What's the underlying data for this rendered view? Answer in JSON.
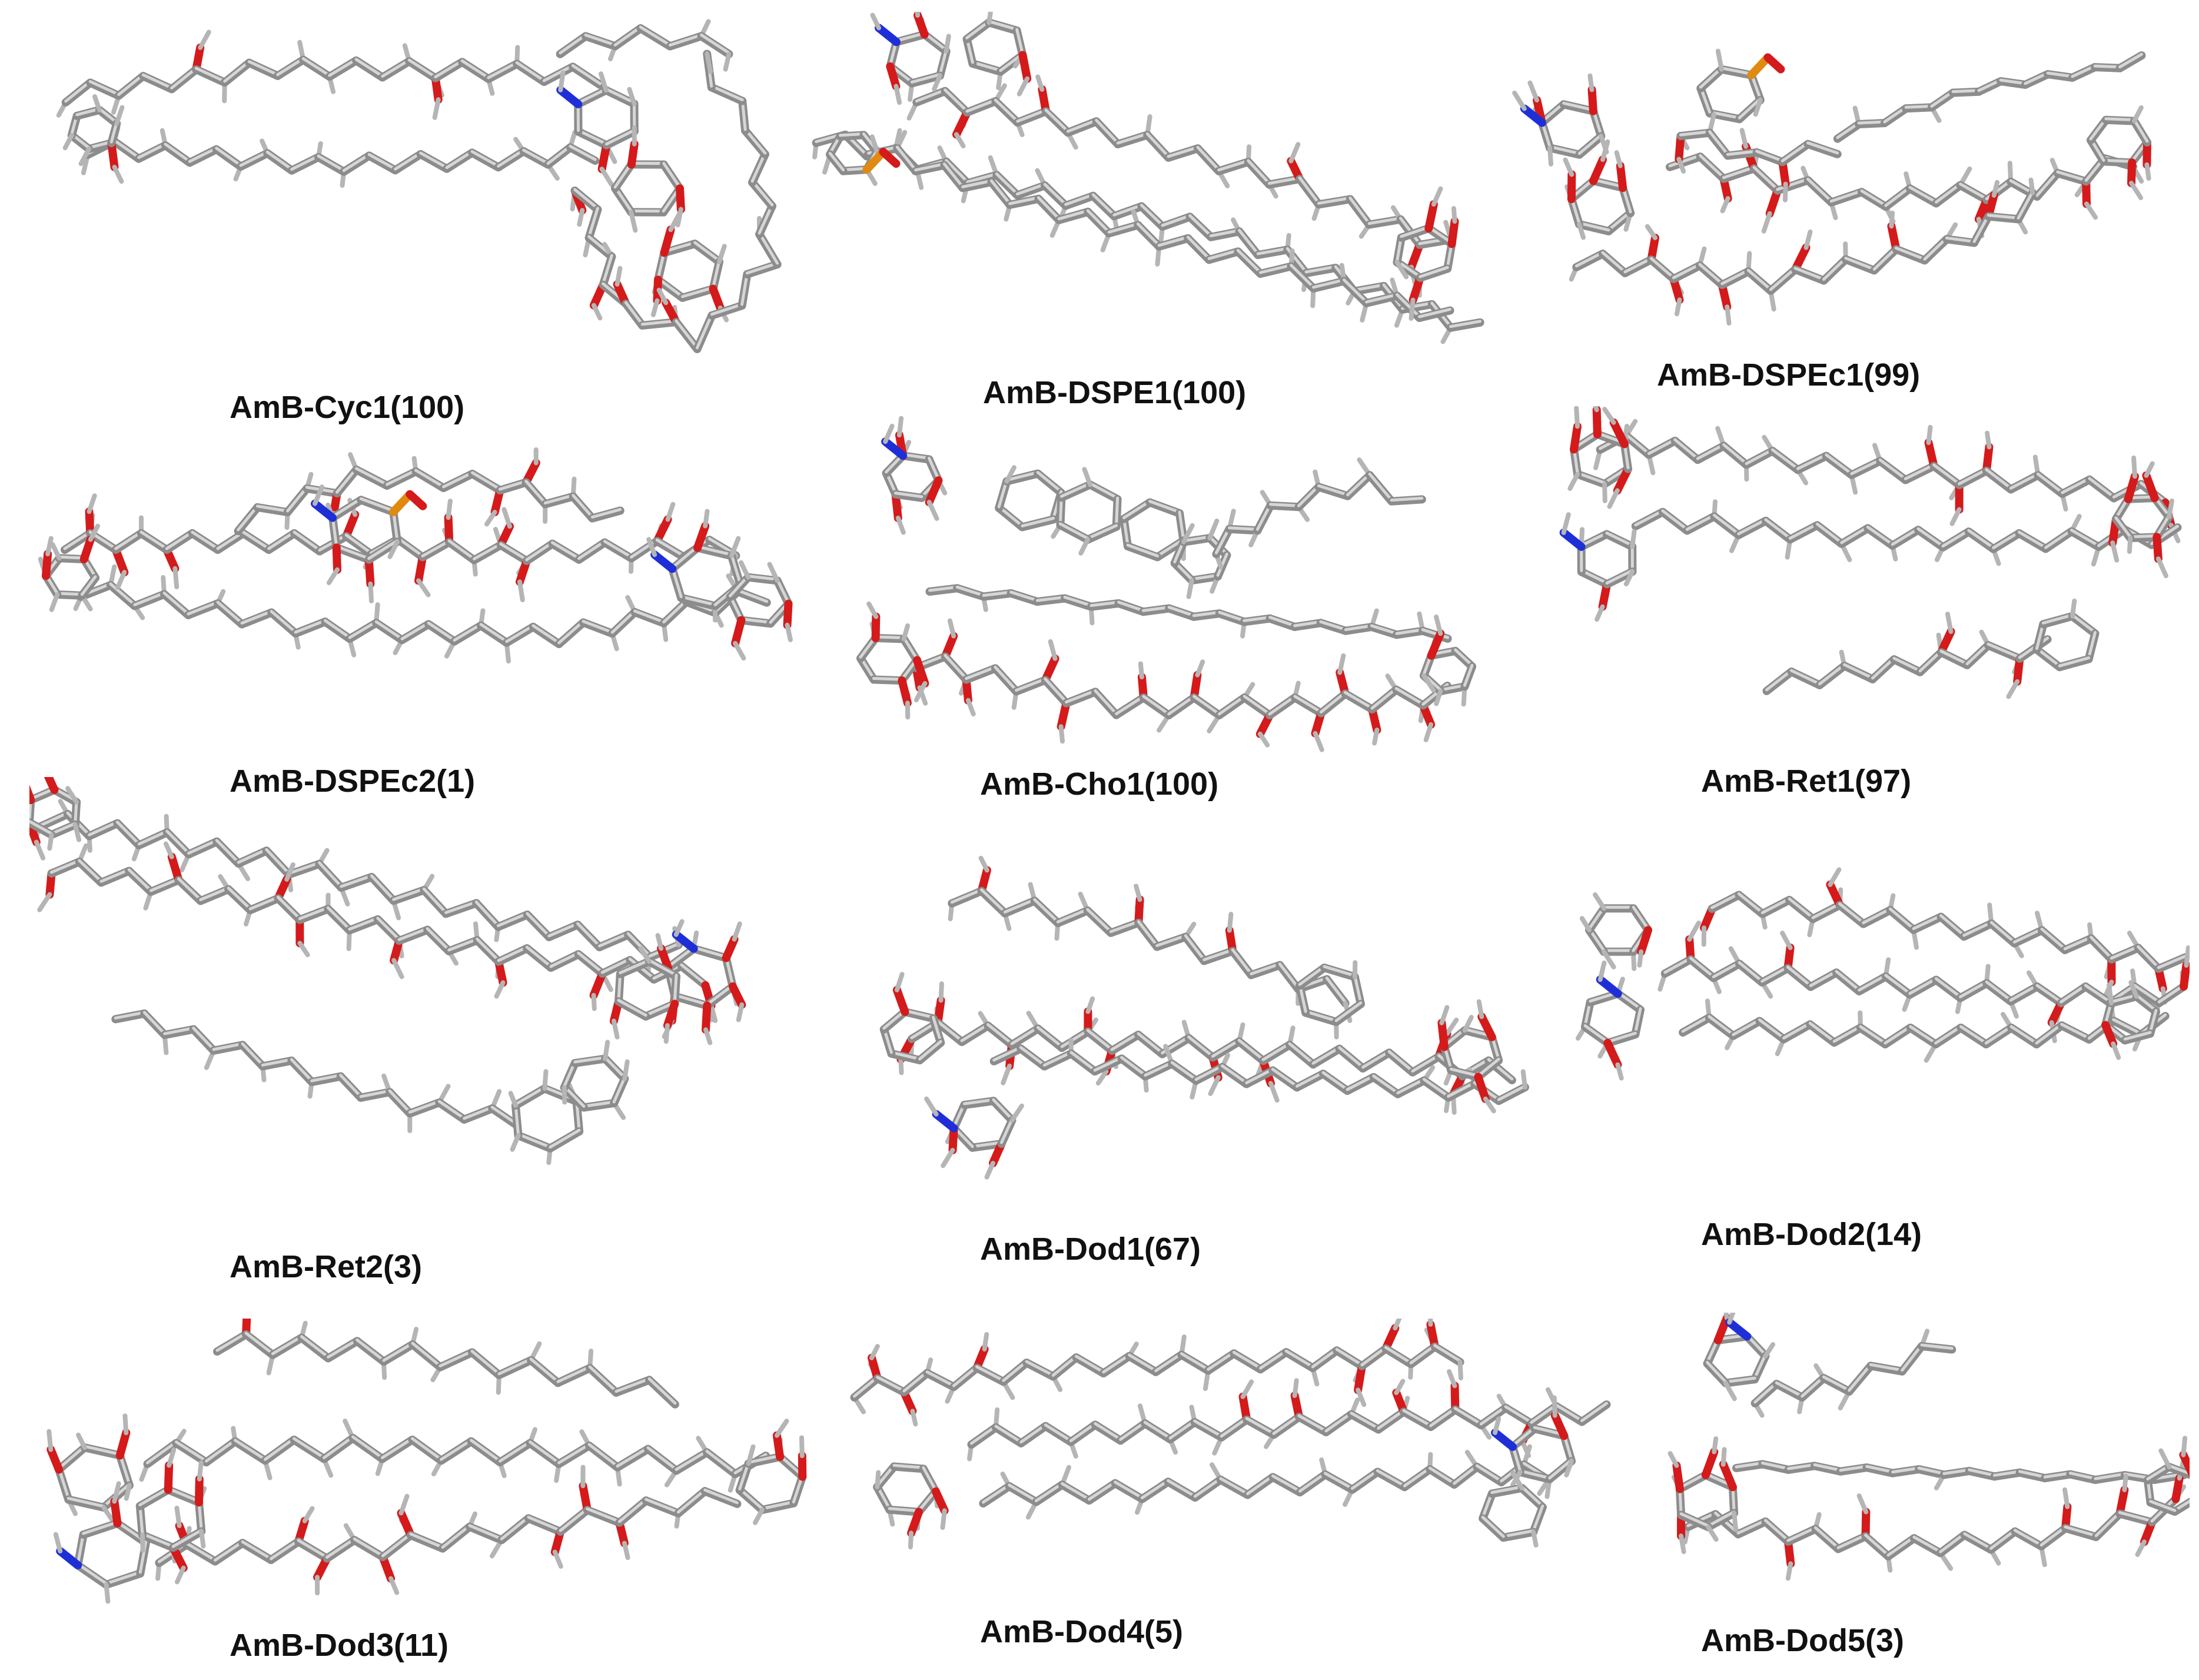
{
  "panels": [
    {
      "label": "AmB-Cyc1(100)"
    },
    {
      "label": "AmB-DSPE1(100)"
    },
    {
      "label": "AmB-DSPEc1(99)"
    },
    {
      "label": "AmB-DSPEc2(1)"
    },
    {
      "label": "AmB-Cho1(100)"
    },
    {
      "label": "AmB-Ret1(97)"
    },
    {
      "label": "AmB-Ret2(3)"
    },
    {
      "label": "AmB-Dod1(67)"
    },
    {
      "label": "AmB-Dod2(14)"
    },
    {
      "label": "AmB-Dod3(11)"
    },
    {
      "label": "AmB-Dod4(5)"
    },
    {
      "label": "AmB-Dod5(3)"
    }
  ],
  "atom_colors": {
    "carbon": "#8c8c8c",
    "oxygen": "#d41a1a",
    "hydrogen": "#b5b5b5",
    "nitrogen": "#1f2fd8",
    "phosphorus": "#e08a10"
  }
}
